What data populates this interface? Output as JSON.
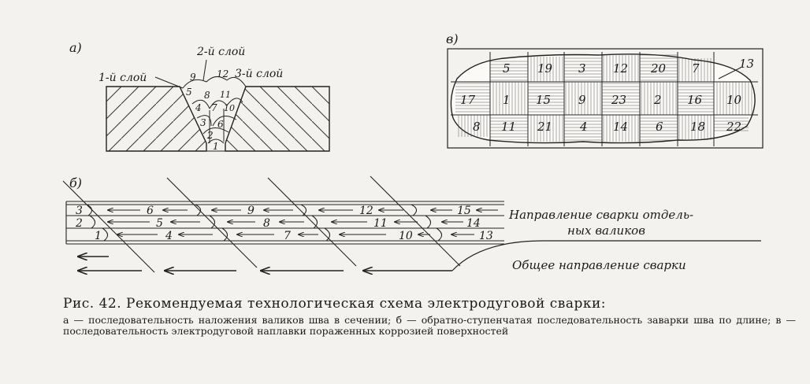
{
  "figure": {
    "panel_a": {
      "label": "а)",
      "layer_labels": {
        "layer1": "1-й слой",
        "layer2": "2-й слой",
        "layer3": "3-й слой"
      },
      "bead_numbers": [
        "1",
        "2",
        "3",
        "4",
        "5",
        "6",
        "7",
        "8",
        "9",
        "10",
        "11",
        "12"
      ]
    },
    "panel_b": {
      "label": "б)",
      "bead_rows": {
        "top": [
          "3",
          "6",
          "9",
          "12",
          "15"
        ],
        "middle": [
          "2",
          "5",
          "8",
          "11",
          "14"
        ],
        "bottom": [
          "1",
          "4",
          "7",
          "10",
          "13"
        ]
      },
      "direction_individual_line1": "Направление сварки отдель-",
      "direction_individual_line2": "ных валиков",
      "direction_overall": "Общее направление сварки"
    },
    "panel_v": {
      "label": "в)",
      "grid_rows": [
        [
          "5",
          "19",
          "3",
          "12",
          "20",
          "7",
          ""
        ],
        [
          "17",
          "1",
          "15",
          "9",
          "23",
          "2",
          "16",
          "10"
        ],
        [
          "8",
          "11",
          "21",
          "4",
          "14",
          "6",
          "18",
          "22"
        ]
      ],
      "outside_label": "13"
    }
  },
  "caption": {
    "title": "Рис. 42. Рекомендуемая технологическая схема электродуговой сварки:",
    "body": "а — последовательность наложения валиков шва в сечении; б — обратно-ступенчатая последовательность заварки шва по длине; в — последовательность электродуговой наплавки пораженных коррозией поверхностей"
  }
}
